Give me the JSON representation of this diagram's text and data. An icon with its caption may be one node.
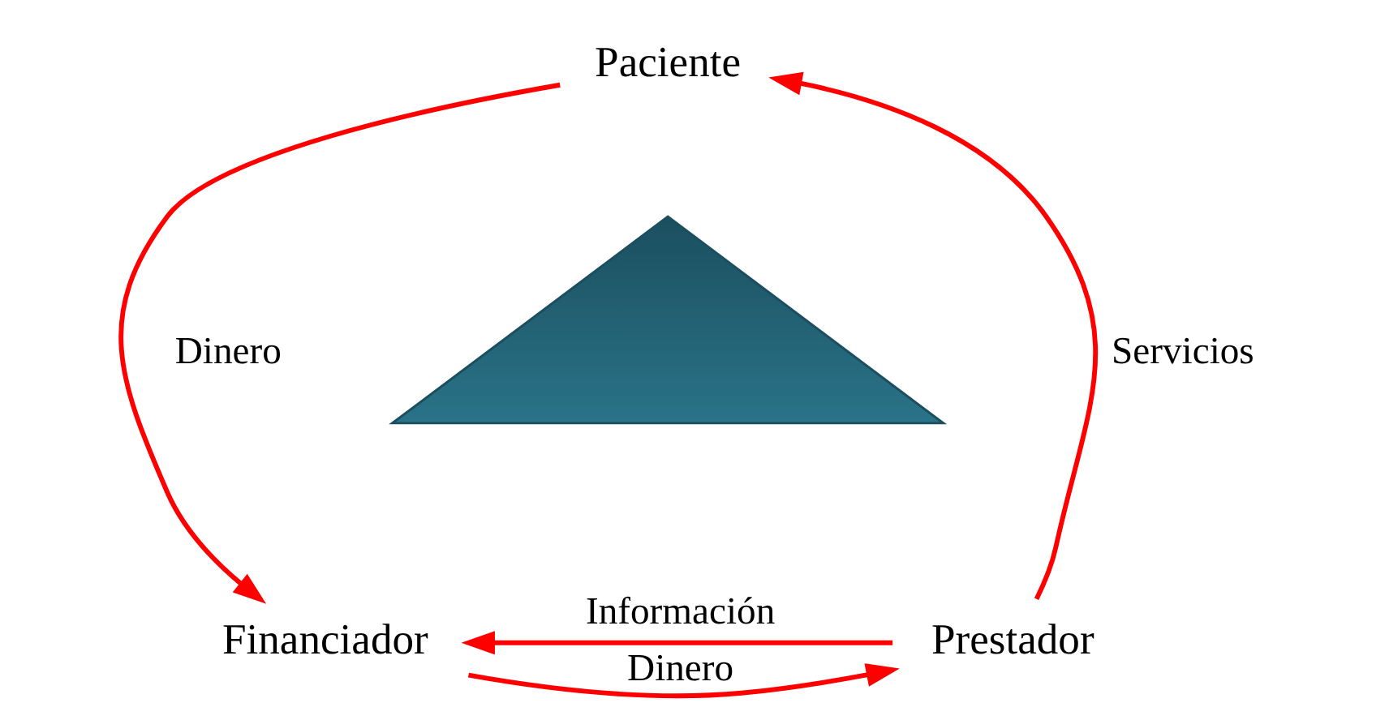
{
  "diagram": {
    "nodes": [
      {
        "text": [
          "Paciente"
        ]
      },
      {
        "text": [],
        "shape": "triangle"
      },
      {
        "text": [
          "Financiador"
        ]
      },
      {
        "text": [
          "Prestador"
        ]
      }
    ],
    "edges": [
      {
        "from": 0,
        "to": 2,
        "arrow": "to",
        "label": "Dinero"
      },
      {
        "from": 3,
        "to": 0,
        "arrow": "to",
        "label": "Servicios"
      },
      {
        "from": 2,
        "to": 3,
        "arrow": "to",
        "label": "Dinero"
      },
      {
        "from": 3,
        "to": 2,
        "arrow": "to",
        "label": "Información"
      }
    ]
  }
}
